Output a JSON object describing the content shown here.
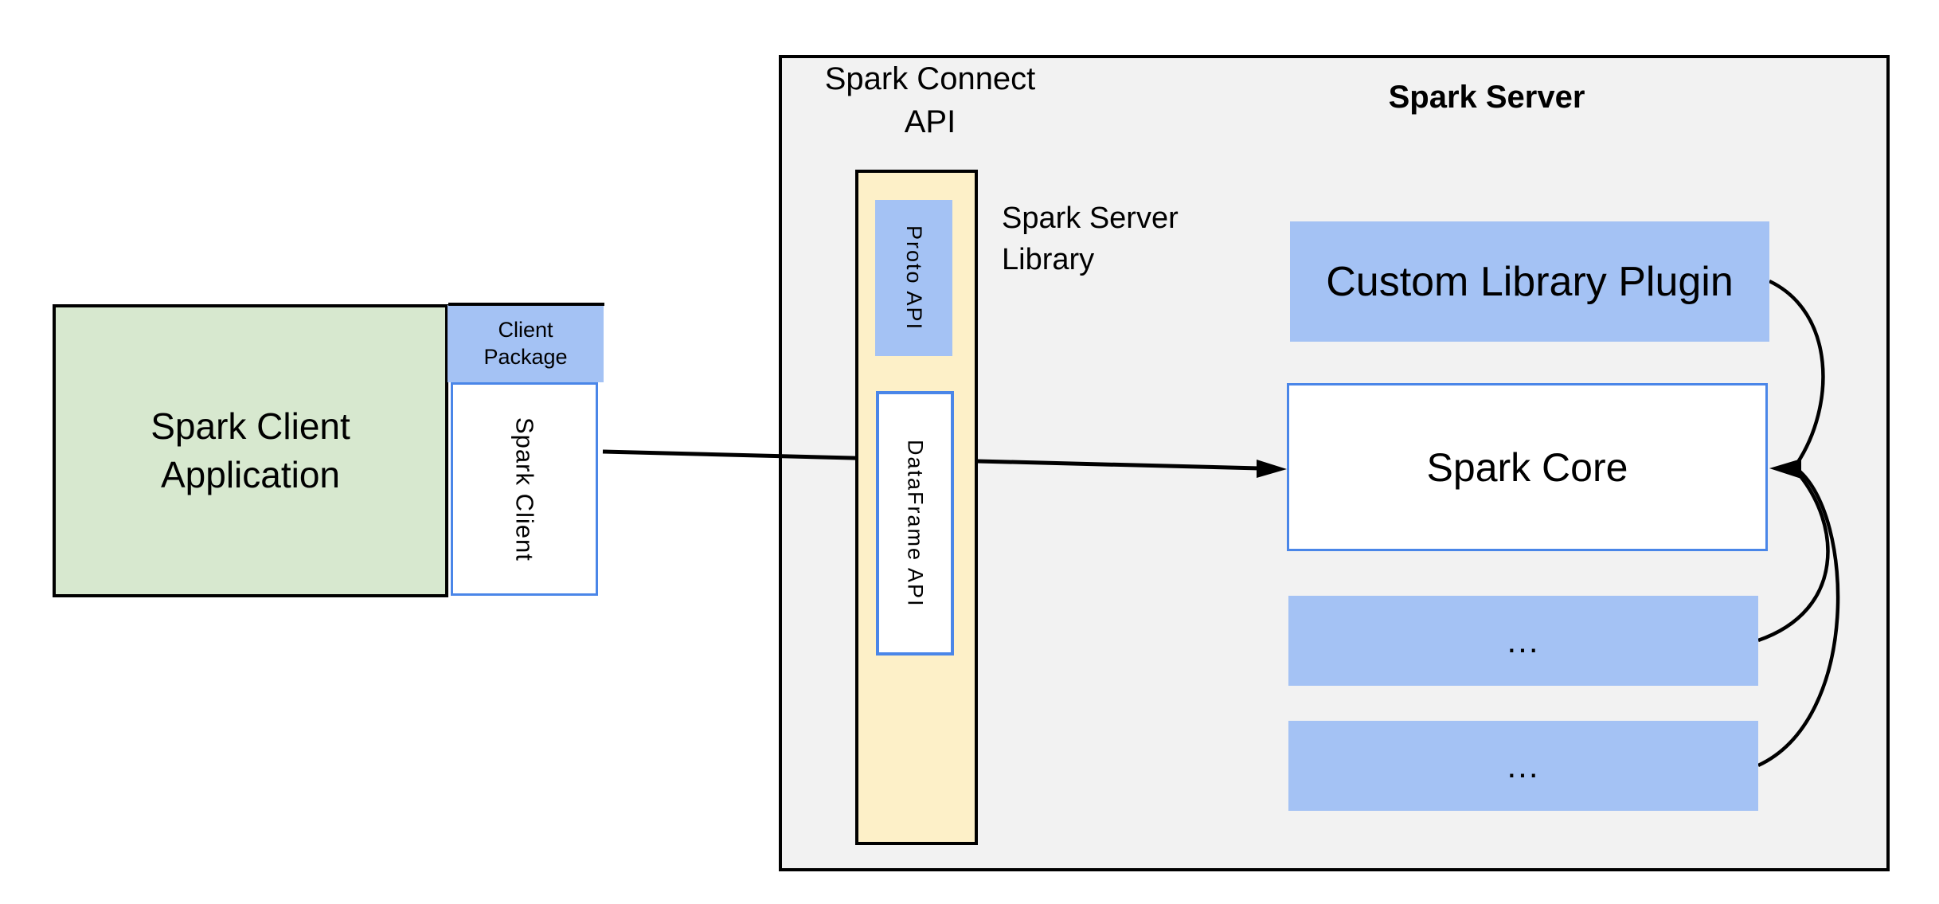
{
  "colors": {
    "green_fill": "#d7e8cf",
    "box_blue": "#a4c2f4",
    "border_blue": "#4a86e8",
    "yellow_fill": "#fdf0c8",
    "gray_fill": "#f2f2f2",
    "line_black": "#000000"
  },
  "client": {
    "app_label": "Spark Client\nApplication",
    "package_label": "Client\nPackage",
    "spark_client_label": "Spark Client"
  },
  "connect": {
    "title": "Spark Connect\nAPI",
    "proto_label": "Proto API",
    "dataframe_label": "DataFrame API",
    "library_label": "Spark Server\nLibrary"
  },
  "server": {
    "title": "Spark Server",
    "plugin_label": "Custom Library Plugin",
    "core_label": "Spark Core",
    "ellipsis_1": "...",
    "ellipsis_2": "..."
  }
}
